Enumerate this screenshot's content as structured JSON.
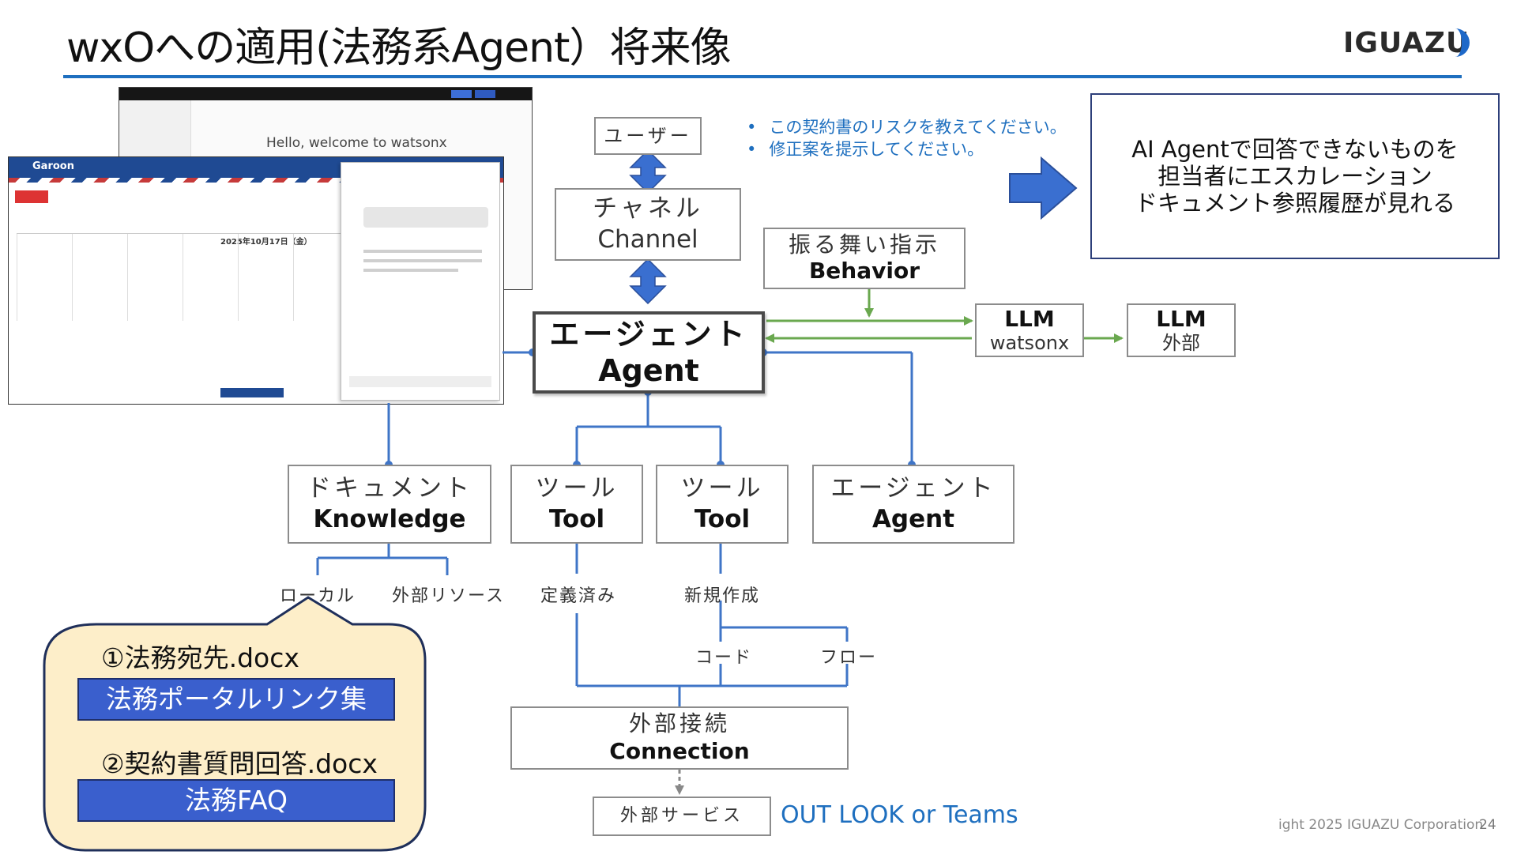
{
  "slide": {
    "title": "wxOへの適用(法務系Agent）将来像",
    "logo": "IGUAZU",
    "footer": "ight 2025 IGUAZU Corporation",
    "page_number": "24"
  },
  "screenshot": {
    "welcome_text": "Hello, welcome to watsonx",
    "app_brand": "Garoon",
    "date_text": "2025年10月17日（金）"
  },
  "nodes": {
    "user": "ユーザー",
    "channel": {
      "jp": "チャネル",
      "en": "Channel"
    },
    "behavior": {
      "jp": "振る舞い指示",
      "en": "Behavior"
    },
    "agent": {
      "jp": "エージェント",
      "en": "Agent"
    },
    "llm_watsonx": {
      "title": "LLM",
      "sub": "watsonx"
    },
    "llm_external": {
      "title": "LLM",
      "sub": "外部"
    },
    "knowledge": {
      "jp": "ドキュメント",
      "en": "Knowledge"
    },
    "tool1": {
      "jp": "ツール",
      "en": "Tool"
    },
    "tool2": {
      "jp": "ツール",
      "en": "Tool"
    },
    "sub_agent": {
      "jp": "エージェント",
      "en": "Agent"
    },
    "connection": {
      "jp": "外部接続",
      "en": "Connection"
    },
    "external_service": "外部サービス"
  },
  "labels": {
    "local": "ローカル",
    "external_resource": "外部リソース",
    "predefined": "定義済み",
    "new_creation": "新規作成",
    "code": "コード",
    "flow": "フロー"
  },
  "bullets": [
    "この契約書のリスクを教えてください。",
    "修正案を提示してください。"
  ],
  "note": {
    "lines": [
      "AI Agentで回答できないものを",
      "担当者にエスカレーション",
      "ドキュメント参照履歴が見れる"
    ]
  },
  "callout": {
    "doc1": "①法務宛先.docx",
    "doc1_bar": "法務ポータルリンク集",
    "doc2": "②契約書質問回答.docx",
    "doc2_bar": "法務FAQ"
  },
  "outlook_text": "OUT LOOK or Teams",
  "colors": {
    "accent_blue": "#1e6fbf",
    "arrow_blue": "#3a6fd0",
    "green": "#6aa84f",
    "callout_fill": "#fdeec9",
    "bar_blue": "#3a5fcd"
  }
}
